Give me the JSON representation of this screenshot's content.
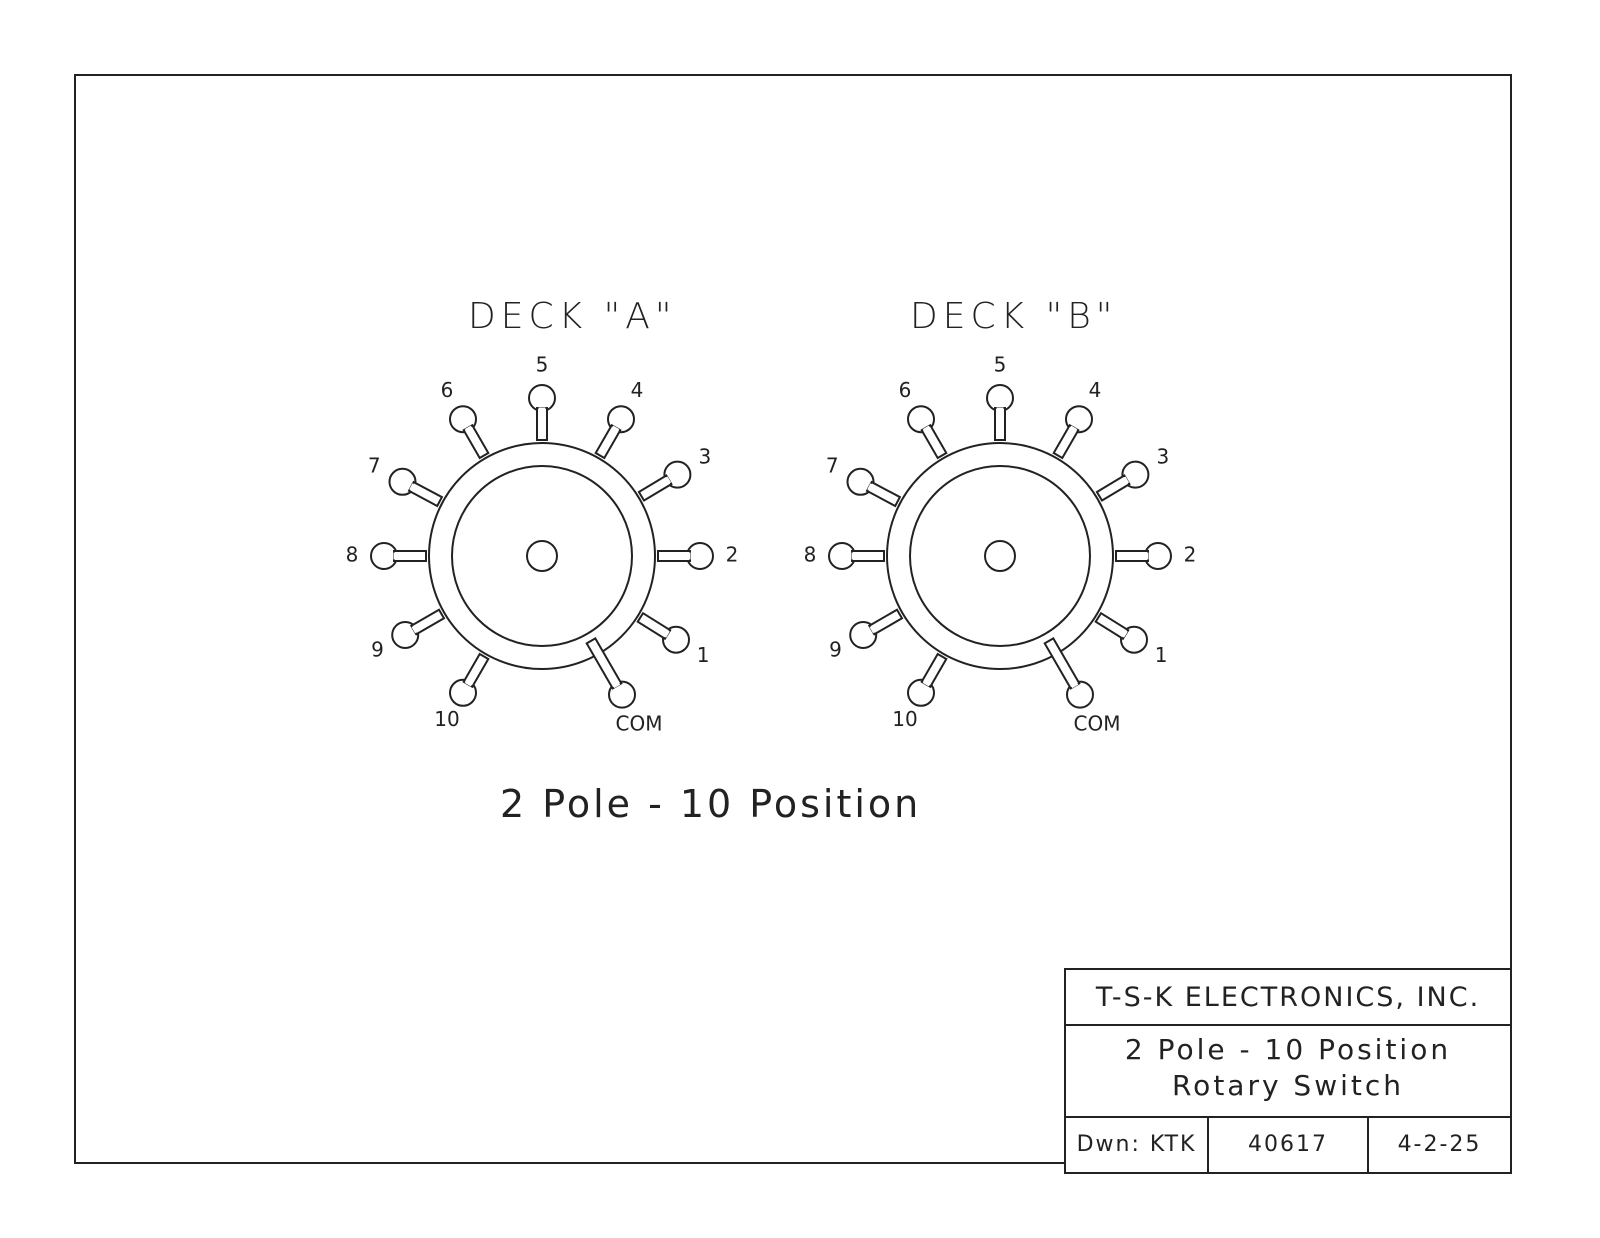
{
  "diagram": {
    "decks": [
      {
        "title": "DECK \"A\"",
        "positions": [
          "1",
          "2",
          "3",
          "4",
          "5",
          "6",
          "7",
          "8",
          "9",
          "10"
        ],
        "common_label": "COM"
      },
      {
        "title": "DECK \"B\"",
        "positions": [
          "1",
          "2",
          "3",
          "4",
          "5",
          "6",
          "7",
          "8",
          "9",
          "10"
        ],
        "common_label": "COM"
      }
    ],
    "subtitle": "2 Pole  -  10 Position"
  },
  "title_block": {
    "company": "T-S-K ELECTRONICS, INC.",
    "description_line1": "2 Pole  -  10 Position",
    "description_line2": "Rotary  Switch",
    "drawn_by": "Dwn: KTK",
    "part_number": "40617",
    "date": "4-2-25"
  },
  "colors": {
    "ink": "#222222",
    "paper": "#ffffff"
  }
}
